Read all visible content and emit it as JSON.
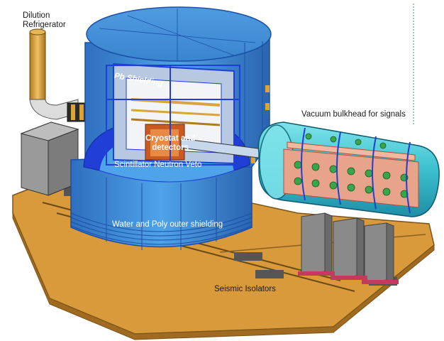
{
  "labels": {
    "dilution_line1": "Dilution",
    "dilution_line2": "Refrigerator",
    "pb_shielding": "Pb Shielding",
    "cryostat_line1": "Cryostat and",
    "cryostat_line2": "detectors",
    "scintillator": "Scintillator Neutron Veto",
    "vacuum_bulkhead": "Vacuum bulkhead for signals",
    "water_poly": "Water and Poly outer shielding",
    "seismic": "Seismic Isolators"
  },
  "colors": {
    "platform": "#d99a3c",
    "platform_edge": "#7a5418",
    "shield_blue": "#3c8fd9",
    "shield_dark": "#1b4fa8",
    "frame_blue": "#1f3fd6",
    "bulkhead_cyan": "#2fb6c9",
    "detector_pink": "#e8a48a",
    "pipe_gold": "#d9a43a",
    "isolator_gray": "#8a8a8a",
    "cabinet_gray": "#9a9a9a"
  }
}
